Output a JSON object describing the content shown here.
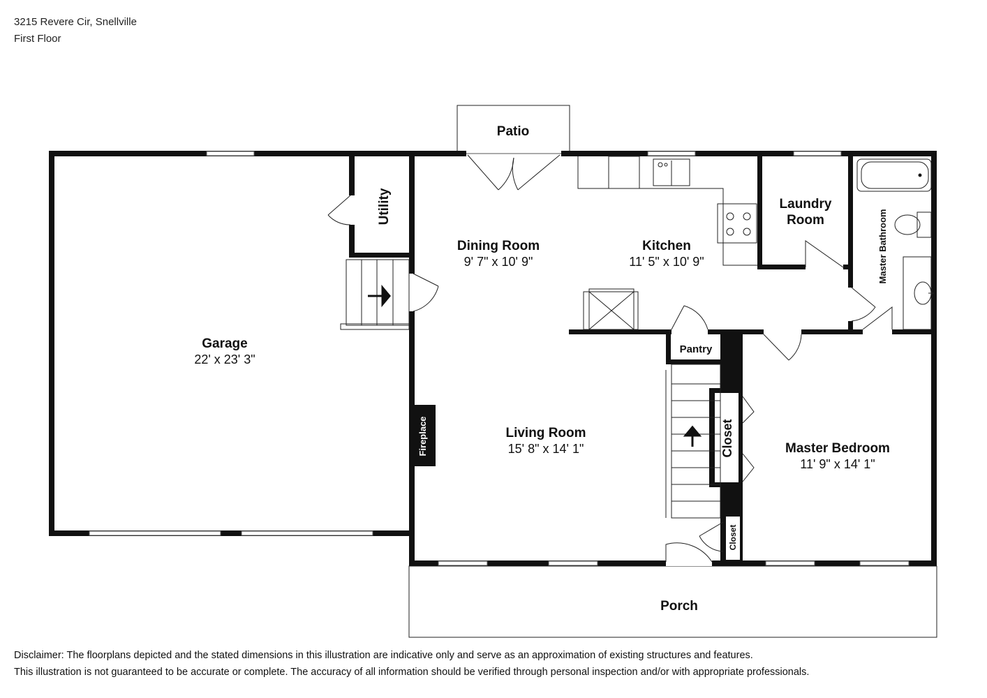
{
  "header": {
    "address": "3215 Revere Cir, Snellville",
    "floor": "First Floor"
  },
  "rooms": {
    "patio": {
      "name": "Patio"
    },
    "utility": {
      "name": "Utility"
    },
    "garage": {
      "name": "Garage",
      "dims": "22' x 23' 3\""
    },
    "dining": {
      "name": "Dining Room",
      "dims": "9' 7\" x 10' 9\""
    },
    "kitchen": {
      "name": "Kitchen",
      "dims": "11' 5\" x 10' 9\""
    },
    "laundry": {
      "name_line1": "Laundry",
      "name_line2": "Room"
    },
    "master_bath": {
      "name": "Master Bathroom"
    },
    "pantry": {
      "name": "Pantry"
    },
    "living": {
      "name": "Living Room",
      "dims": "15' 8\" x 14' 1\""
    },
    "fireplace": {
      "name": "Fireplace"
    },
    "closet_large": {
      "name": "Closet"
    },
    "closet_small": {
      "name": "Closet"
    },
    "master_bedroom": {
      "name": "Master Bedroom",
      "dims": "11' 9\" x 14' 1\""
    },
    "porch": {
      "name": "Porch"
    }
  },
  "disclaimer": {
    "line1": "Disclaimer: The floorplans depicted and the stated dimensions in this illustration are indicative only and serve as an approximation of existing structures and features.",
    "line2": "This illustration is not guaranteed to be accurate or complete. The accuracy of all information should be verified through personal inspection and/or with appropriate professionals."
  }
}
